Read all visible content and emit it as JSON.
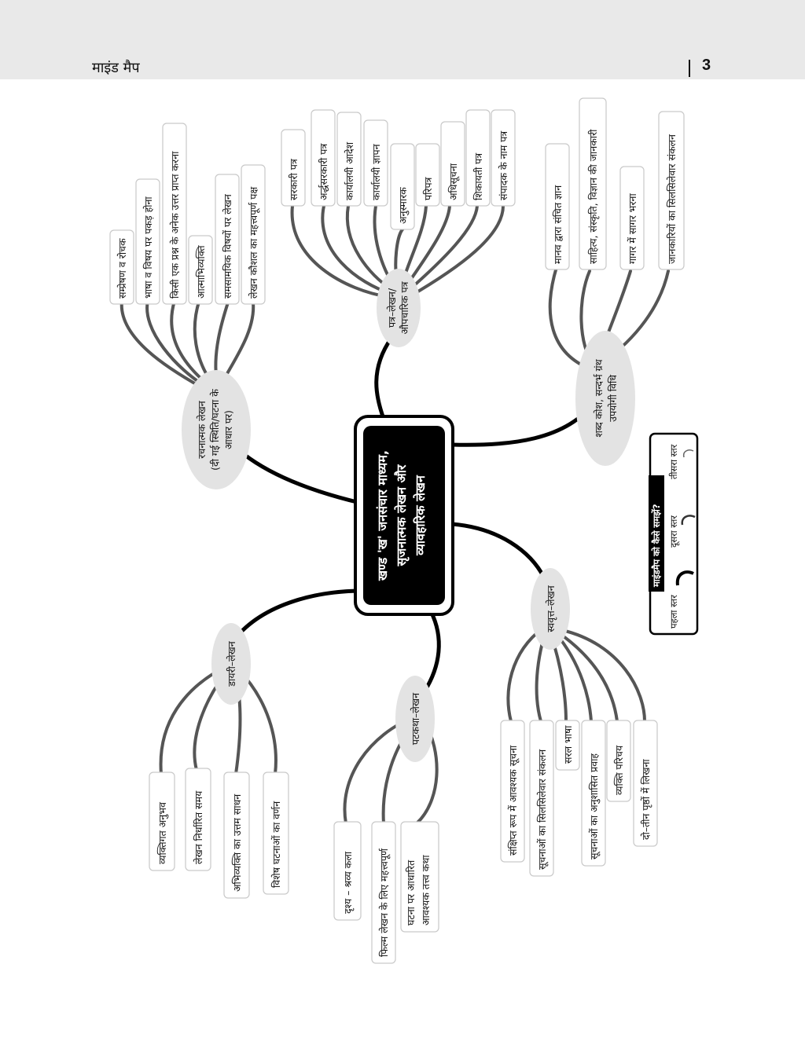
{
  "header": {
    "title": "माइंड मैप",
    "page_number": "3"
  },
  "center": {
    "lines": [
      "खण्ड 'ख' जनसंचार माध्यम,",
      "सृजनात्मक लेखन और",
      "व्यावहारिक लेखन"
    ]
  },
  "branches": {
    "rachnatmak": {
      "lines": [
        "रचनात्मक लेखन",
        "(दी गई स्थिति/घटना के",
        "आधार पर)"
      ],
      "leaves": [
        "सम्प्रेषण व रोचक",
        "भाषा व विषय पर पकड़ होना",
        "किसी एक प्रश्न के अनेक उत्तर प्राप्त करना",
        "आत्माभिव्यक्ति",
        "समसामयिक विषयों पर लेखन",
        "लेखन कौशल का महत्त्वपूर्ण पक्ष"
      ]
    },
    "patra": {
      "lines": [
        "पत्र–लेखन/",
        "औपचारिक पत्र"
      ],
      "leaves": [
        "सरकारी पत्र",
        "अर्द्धसरकारी पत्र",
        "कार्यालयी आदेश",
        "कार्यालयी ज्ञापन",
        "अनुस्मारक",
        "परिपत्र",
        "अधिसूचना",
        "शिकायती पत्र",
        "संपादक के नाम पत्र"
      ]
    },
    "shabdkosh": {
      "lines": [
        "शब्द कोश, सन्दर्भ ग्रंथ",
        "उपयोगी विधि"
      ],
      "leaves": [
        "मानव द्वारा संचित ज्ञान",
        "साहित्य, संस्कृति, विज्ञान की जानकारी",
        "गागर में सागर भरना",
        "जानकारियों का सिलसिलेवार संकलन"
      ]
    },
    "diary": {
      "lines": [
        "डायरी–लेखन"
      ],
      "leaves": [
        "व्यक्तिगत अनुभव",
        "लेखन निर्धारित समय",
        "अभिव्यक्ति का उत्तम साधन",
        "विशेष घटनाओं का वर्णन"
      ]
    },
    "patkatha": {
      "lines": [
        "पटकथा–लेखन"
      ],
      "leaves": [
        [
          "दृश्य – श्रव्य कला"
        ],
        [
          "फिल्म लेखन के लिए महत्त्वपूर्ण"
        ],
        [
          "घटना पर आधारित",
          "आवश्यक तत्त्व कथा"
        ]
      ]
    },
    "swavritt": {
      "lines": [
        "स्ववृत्त–लेखन"
      ],
      "leaves": [
        "संक्षिप्त रूप में आवश्यक सूचना",
        "सूचनाओं का सिलसिलेवार संकलन",
        "सरल भाषा",
        "सूचनाओं का अनुशासित प्रवाह",
        "व्यक्ति परिचय",
        "दो–तीन पृष्ठों में लिखना"
      ]
    }
  },
  "legend": {
    "title": "माइंडमैप को कैसे समझें?",
    "levels": [
      "पहला स्तर",
      "दूसरा स्तर",
      "तीसरा स्तर"
    ]
  }
}
